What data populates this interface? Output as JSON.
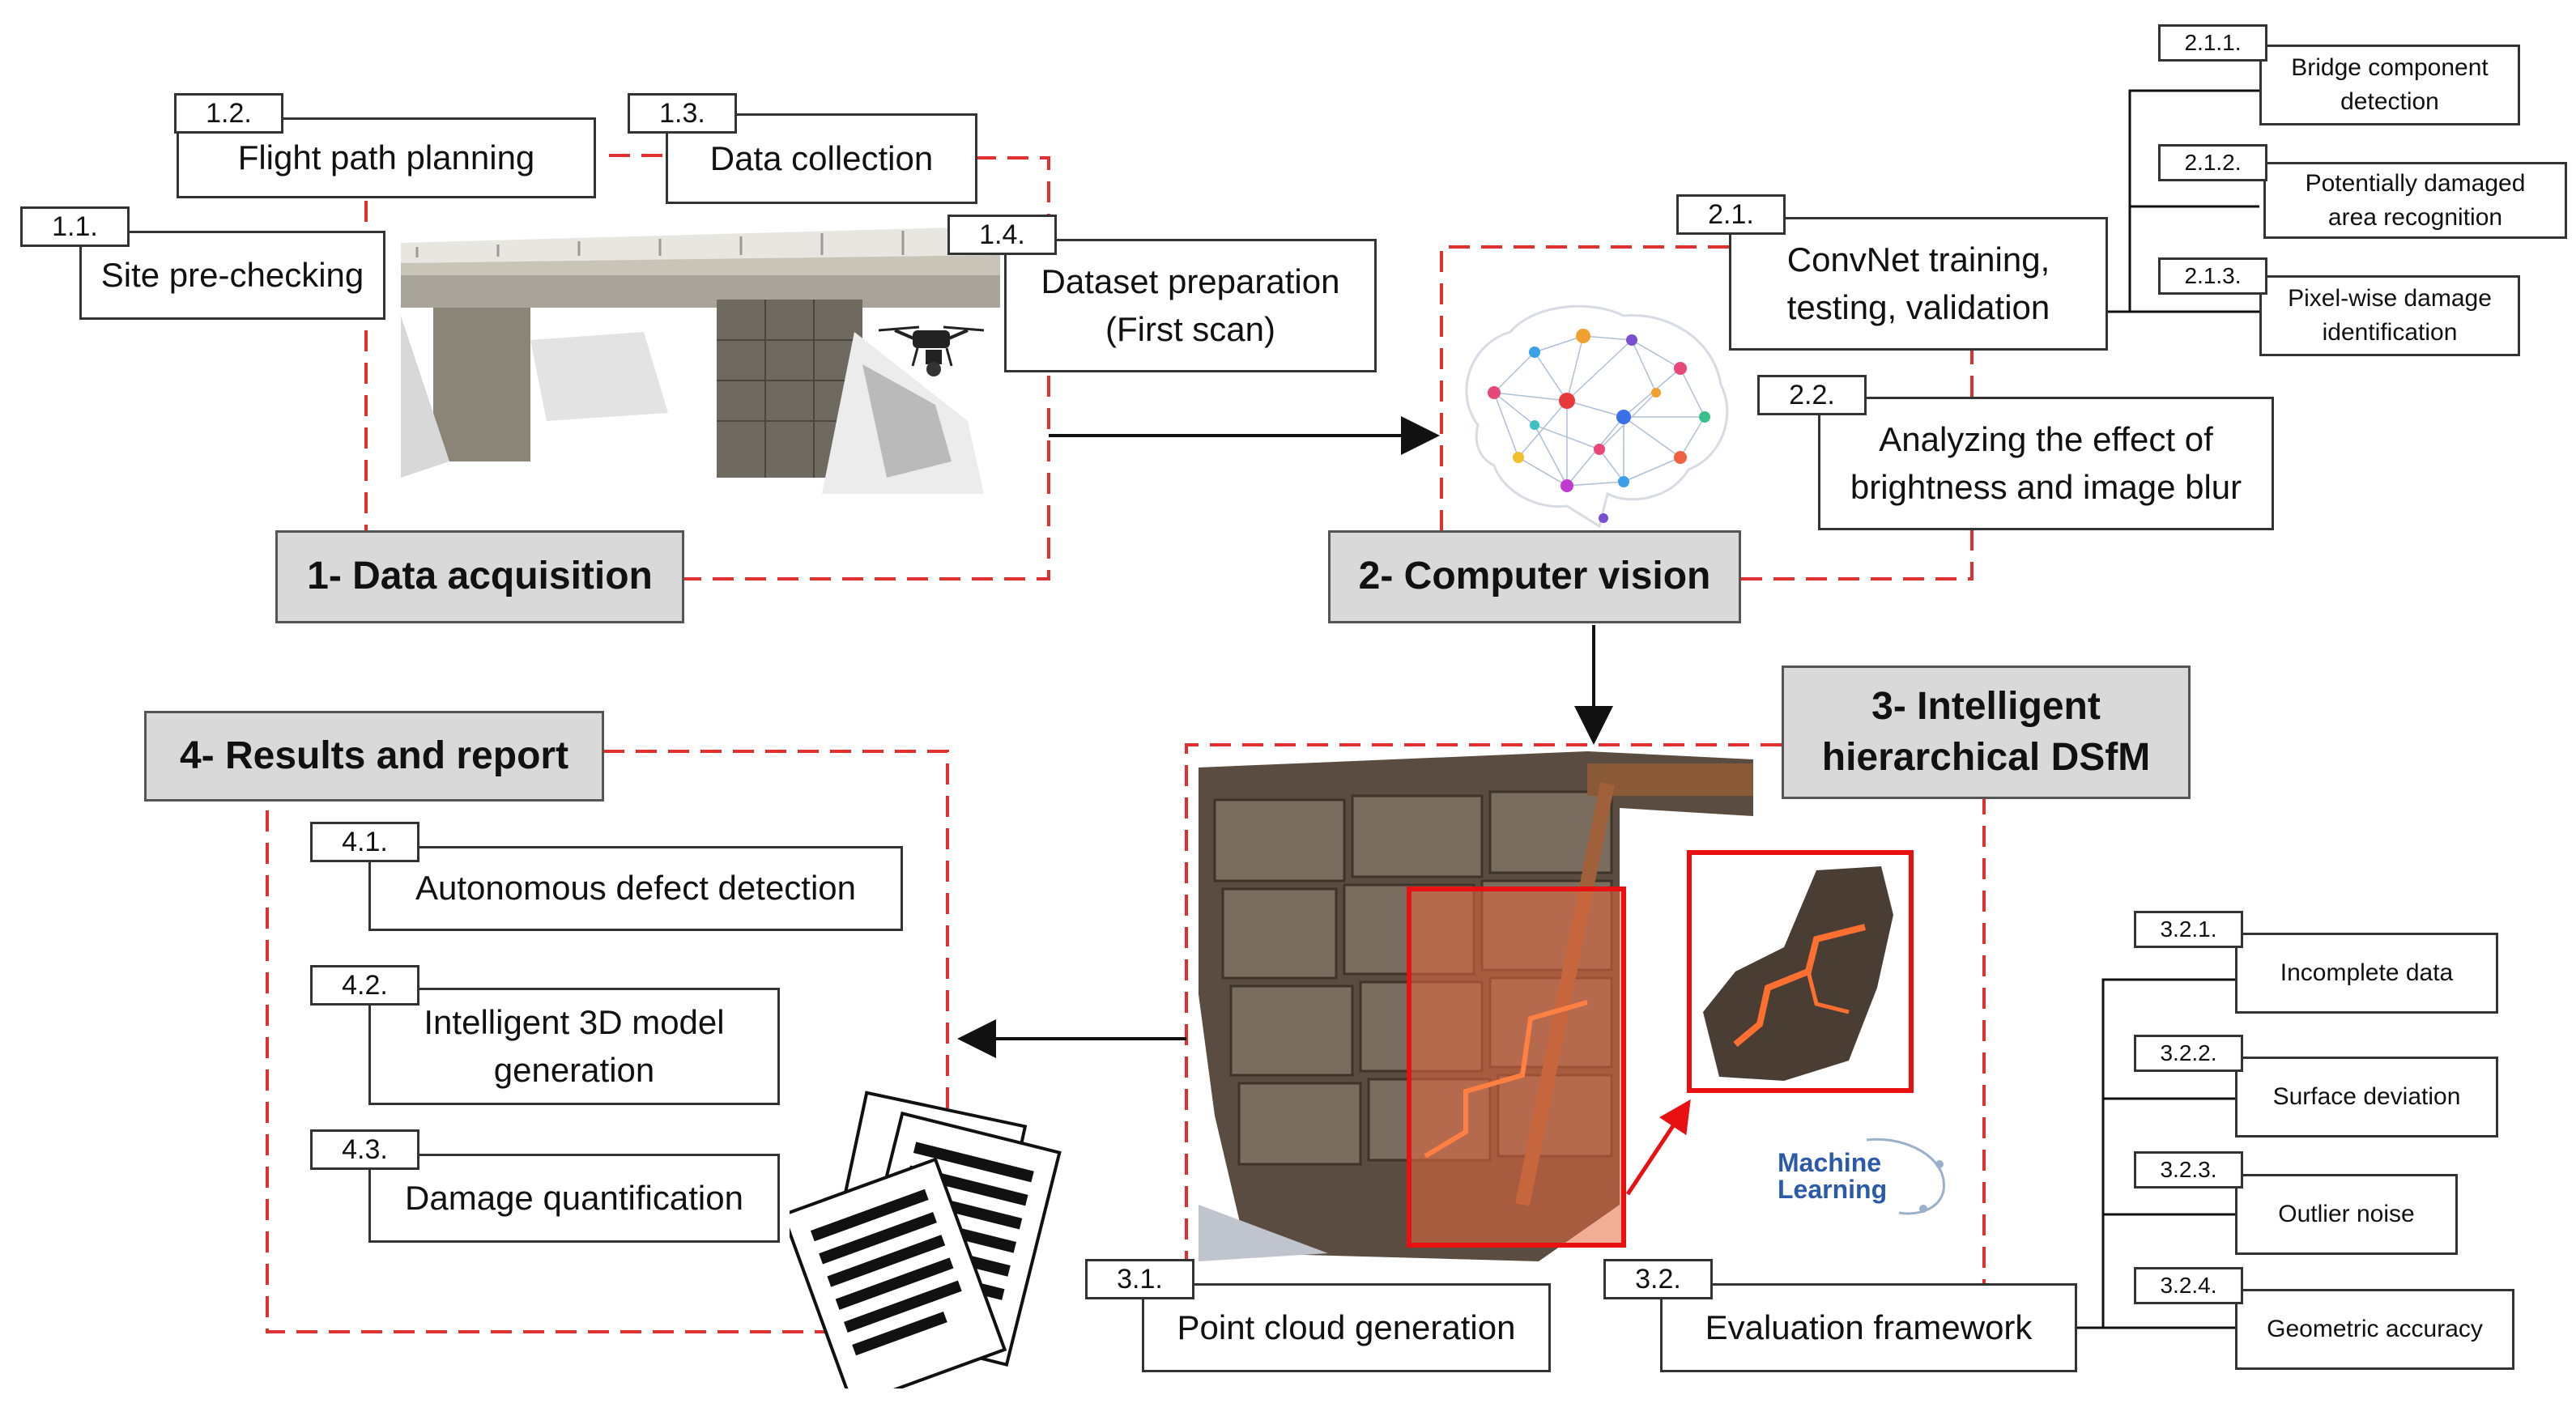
{
  "phases": {
    "p1": "1- Data acquisition",
    "p2": "2- Computer vision",
    "p3_line1": "3- Intelligent",
    "p3_line2": "hierarchical DSfM",
    "p4": "4- Results and report"
  },
  "steps": {
    "s1_1": {
      "num": "1.1.",
      "label": "Site pre-checking"
    },
    "s1_2": {
      "num": "1.2.",
      "label": "Flight path planning"
    },
    "s1_3": {
      "num": "1.3.",
      "label": "Data collection"
    },
    "s1_4": {
      "num": "1.4.",
      "label_1": "Dataset preparation",
      "label_2": "(First scan)"
    },
    "s2_1": {
      "num": "2.1.",
      "label_1": "ConvNet training,",
      "label_2": "testing, validation"
    },
    "s2_1_1": {
      "num": "2.1.1.",
      "label_1": "Bridge component",
      "label_2": "detection"
    },
    "s2_1_2": {
      "num": "2.1.2.",
      "label_1": "Potentially damaged",
      "label_2": "area recognition"
    },
    "s2_1_3": {
      "num": "2.1.3.",
      "label_1": "Pixel-wise damage",
      "label_2": "identification"
    },
    "s2_2": {
      "num": "2.2.",
      "label_1": "Analyzing the effect of",
      "label_2": "brightness and image blur"
    },
    "s3_1": {
      "num": "3.1.",
      "label": "Point cloud generation"
    },
    "s3_2": {
      "num": "3.2.",
      "label": "Evaluation framework"
    },
    "s3_2_1": {
      "num": "3.2.1.",
      "label": "Incomplete data"
    },
    "s3_2_2": {
      "num": "3.2.2.",
      "label": "Surface deviation"
    },
    "s3_2_3": {
      "num": "3.2.3.",
      "label": "Outlier noise"
    },
    "s3_2_4": {
      "num": "3.2.4.",
      "label": "Geometric accuracy"
    },
    "s4_1": {
      "num": "4.1.",
      "label": "Autonomous defect detection"
    },
    "s4_2": {
      "num": "4.2.",
      "label_1": "Intelligent 3D model",
      "label_2": "generation"
    },
    "s4_3": {
      "num": "4.3.",
      "label": "Damage quantification"
    }
  },
  "logo": {
    "line1": "Machine",
    "line2": "Learning"
  },
  "colors": {
    "dashed": "#e03030",
    "arrow": "#111111",
    "phase_bg": "#d9d9d9",
    "red_arrow": "#e81010"
  },
  "icons": [
    "bridge-photo",
    "drone-icon",
    "brain-network-icon",
    "wall-pointcloud-photo",
    "damage-crop-photo",
    "machine-learning-logo",
    "report-documents-icon"
  ]
}
